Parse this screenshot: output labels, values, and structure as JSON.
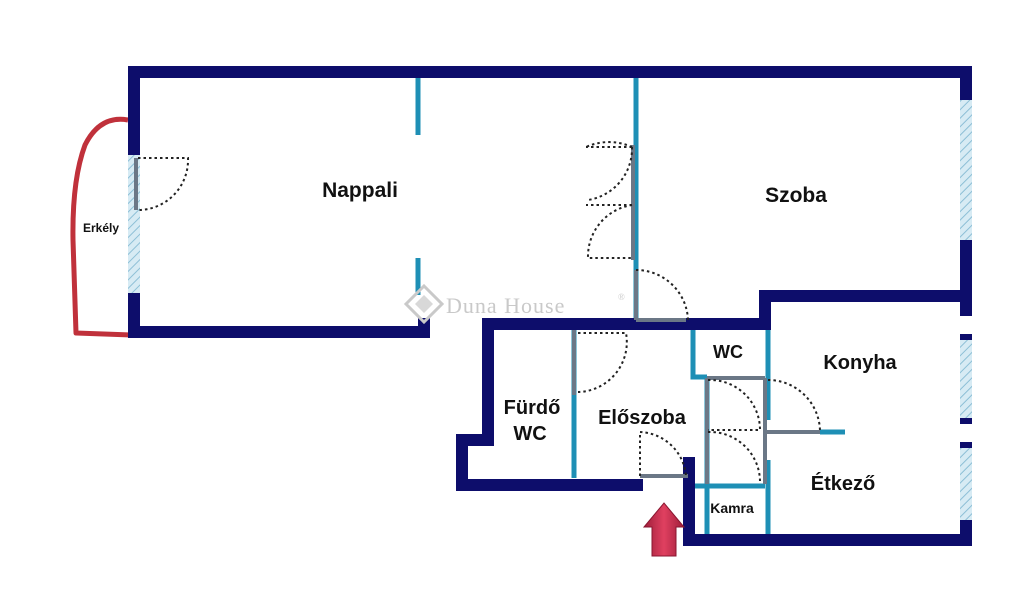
{
  "watermark": {
    "text": "Duna House",
    "registered": "®"
  },
  "rooms": {
    "nappali": "Nappali",
    "szoba": "Szoba",
    "erkely": "Erkély",
    "wc": "WC",
    "konyha": "Konyha",
    "furdo_line1": "Fürdő",
    "furdo_line2": "WC",
    "eloszoba": "Előszoba",
    "etkezo": "Étkező",
    "kamra": "Kamra"
  },
  "colors": {
    "outer_wall": "#0d0d6b",
    "inner_wall": "#1e8fb5",
    "door_frame": "#6b7786",
    "balcony": "#c0313b",
    "entrance_arrow": "#c8284a",
    "window_hatch": "#9fc8dd"
  },
  "icons": {
    "entrance": "entrance-arrow-icon",
    "watermark_logo": "duna-house-logo-icon"
  }
}
